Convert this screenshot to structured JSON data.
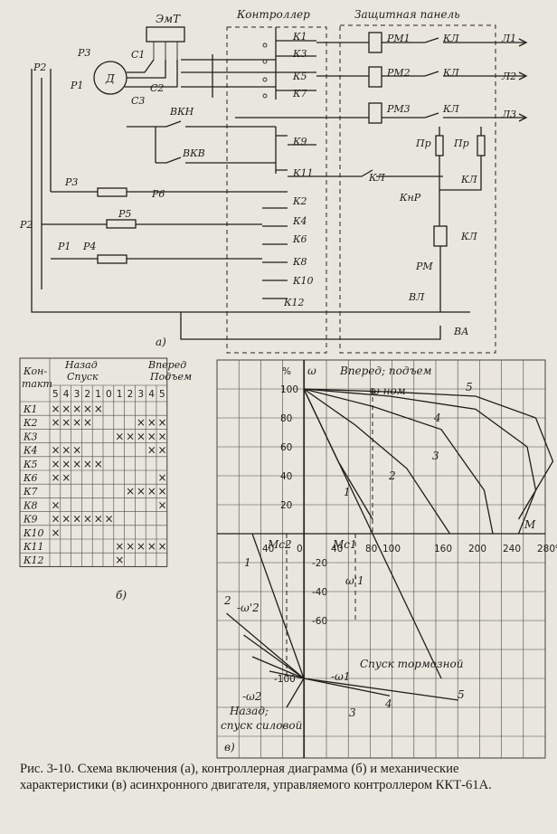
{
  "schematic": {
    "controller_title": "Контроллер",
    "panel_title": "Защитная панель",
    "brake": "ЭмТ",
    "motor": "Д",
    "rotor_labels": [
      "Р3",
      "Р2",
      "Р1",
      "С1",
      "С2",
      "С3"
    ],
    "limit_switches": [
      "ВКН",
      "ВКВ"
    ],
    "controller_contacts": [
      "К1",
      "К3",
      "К5",
      "К7",
      "К9",
      "К11",
      "К2",
      "К4",
      "К6",
      "К8",
      "К10",
      "К12"
    ],
    "relays": [
      "РМ1",
      "РМ2",
      "РМ3"
    ],
    "line_contacts": [
      "КЛ",
      "КЛ",
      "КЛ"
    ],
    "lines": [
      "Л1",
      "Л2",
      "Л3"
    ],
    "resistors": [
      "Р3",
      "Р6",
      "Р5",
      "Р2",
      "Р1",
      "Р4"
    ],
    "misc": [
      "КЛ",
      "Пр",
      "Пр",
      "КЛ",
      "КнР",
      "КЛ",
      "РМ",
      "ВЛ",
      "ВА"
    ],
    "sublabel": "а)"
  },
  "diagram": {
    "contact_header": "Кон-такт",
    "back_header": "Назад Спуск",
    "fwd_header": "Вперед Подъем",
    "positions": [
      "5",
      "4",
      "3",
      "2",
      "1",
      "0",
      "1",
      "2",
      "3",
      "4",
      "5"
    ],
    "rows": [
      {
        "name": "К1",
        "marks": "XXXXX......"
      },
      {
        "name": "К2",
        "marks": "XXXX....XXX"
      },
      {
        "name": "К3",
        "marks": "......XXXXX"
      },
      {
        "name": "К4",
        "marks": "XXX......XX"
      },
      {
        "name": "К5",
        "marks": "XXXXX......"
      },
      {
        "name": "К6",
        "marks": "XX........X"
      },
      {
        "name": "К7",
        "marks": ".......XXXX"
      },
      {
        "name": "К8",
        "marks": "X.........X"
      },
      {
        "name": "К9",
        "marks": "XXXXXX....."
      },
      {
        "name": "К10",
        "marks": "X.........."
      },
      {
        "name": "К11",
        "marks": "......XXXXX"
      },
      {
        "name": "К12",
        "marks": "......X...."
      }
    ],
    "mark_char": "×",
    "sublabel": "б)"
  },
  "chart_data": {
    "type": "line",
    "title": "",
    "xlabel": "M",
    "ylabel": "ω",
    "unit_percent": "%",
    "x_ticks": [
      "40",
      "0",
      "40",
      "80",
      "100",
      "160",
      "200",
      "240",
      "280%"
    ],
    "y_ticks_top": [
      "100",
      "80",
      "60",
      "40",
      "20"
    ],
    "y_ticks_bottom": [
      "-20",
      "-40",
      "-60",
      "-100"
    ],
    "annotations": [
      "Вперед; подъем",
      "ω ном",
      "Мс2",
      "Мс1",
      "ω'1",
      "-ω'2",
      "-ω1",
      "-ω2",
      "Спуск тормозной",
      "Назад; спуск силовой"
    ],
    "curve_labels": [
      "1",
      "2",
      "3",
      "4",
      "5",
      "1",
      "2",
      "3",
      "4",
      "5"
    ],
    "sublabel": "в)",
    "series": [
      {
        "name": "1",
        "points": [
          [
            0,
            100
          ],
          [
            40,
            50
          ],
          [
            80,
            10
          ]
        ]
      },
      {
        "name": "2",
        "points": [
          [
            0,
            100
          ],
          [
            60,
            75
          ],
          [
            120,
            45
          ],
          [
            170,
            0
          ]
        ]
      },
      {
        "name": "3",
        "points": [
          [
            0,
            100
          ],
          [
            80,
            88
          ],
          [
            160,
            72
          ],
          [
            210,
            30
          ],
          [
            220,
            0
          ]
        ]
      },
      {
        "name": "4",
        "points": [
          [
            0,
            100
          ],
          [
            100,
            95
          ],
          [
            200,
            86
          ],
          [
            260,
            60
          ],
          [
            270,
            30
          ],
          [
            250,
            0
          ]
        ]
      },
      {
        "name": "5",
        "points": [
          [
            0,
            100
          ],
          [
            100,
            98
          ],
          [
            200,
            95
          ],
          [
            270,
            80
          ],
          [
            290,
            50
          ],
          [
            250,
            10
          ]
        ]
      }
    ]
  },
  "caption": "Рис. 3-10. Схема включения (а), контроллерная диаграмма (б) и механические характеристики (в) асинхронного двигателя, управляемого контроллером ККТ-61А."
}
